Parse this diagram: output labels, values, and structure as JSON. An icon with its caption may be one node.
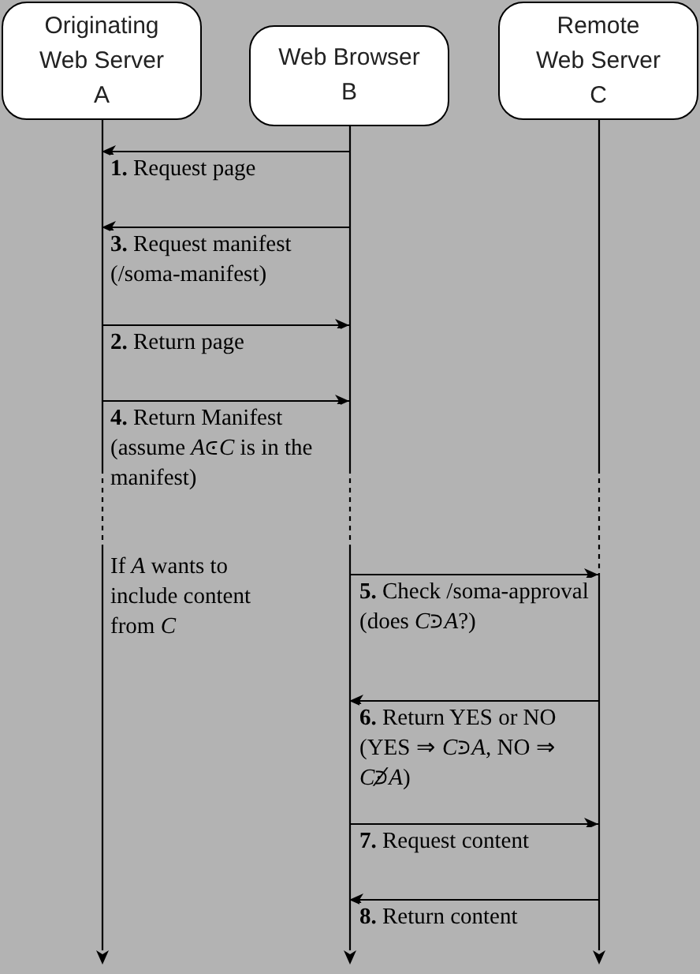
{
  "diagram": {
    "nodes": [
      {
        "text": [
          "Originating Web Server",
          "A"
        ]
      },
      {
        "text": [
          "Web Browser",
          "B"
        ]
      },
      {
        "text": [
          "Remote Web Server",
          "C"
        ]
      }
    ],
    "edges": [
      {
        "from": 1,
        "to": 0,
        "arrow": "to",
        "label": "**1.** Request page"
      },
      {
        "from": 1,
        "to": 0,
        "arrow": "to",
        "label": "**3.** Request manifest (/soma-manifest)"
      },
      {
        "from": 0,
        "to": 1,
        "arrow": "to",
        "label": "**2.** Return page"
      },
      {
        "from": 0,
        "to": 1,
        "arrow": "to",
        "label": "**4.** Return Manifest (assume *A*⪽*C* is in the manifest)"
      },
      {
        "from": 1,
        "to": 2,
        "arrow": "to",
        "label": "**5.** Check /soma-approval (does *C*⪾*A*?)"
      },
      {
        "from": 2,
        "to": 1,
        "arrow": "to",
        "label": "**6.** Return YES or NO (YES ⇒ *C*⪾*A*, NO ⇒ *C*⪾̸*A*)"
      },
      {
        "from": 1,
        "to": 2,
        "arrow": "to",
        "label": "**7.** Request content"
      },
      {
        "from": 2,
        "to": 1,
        "arrow": "to",
        "label": "**8.** Return content"
      }
    ],
    "labels": [
      "If *A* wants to include content from *C*"
    ]
  }
}
